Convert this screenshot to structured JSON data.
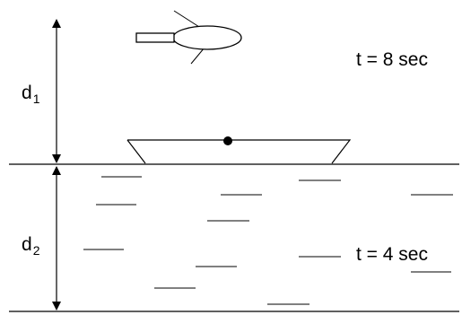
{
  "labels": {
    "d1": {
      "letter": "d",
      "subscript": "1"
    },
    "d2": {
      "letter": "d",
      "subscript": "2"
    },
    "time_air": "t = 8 sec",
    "time_water": "t = 4 sec"
  },
  "colors": {
    "stroke": "#000000",
    "background": "#ffffff"
  },
  "icons": {
    "aircraft": "helicopter-icon",
    "vessel": "boat-icon"
  }
}
